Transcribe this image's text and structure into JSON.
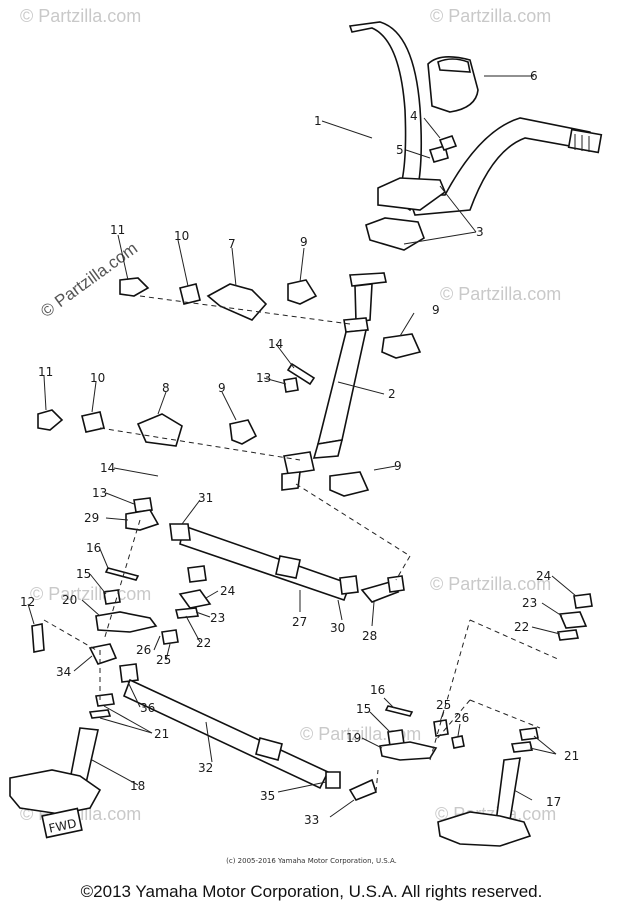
{
  "watermark": {
    "text": "© Partzilla.com",
    "side_text": "© Partzilla.com"
  },
  "callouts": {
    "n1": "1",
    "n2": "2",
    "n3": "3",
    "n4": "4",
    "n5": "5",
    "n6": "6",
    "n7": "7",
    "n8": "8",
    "n9a": "9",
    "n9b": "9",
    "n9c": "9",
    "n9d": "9",
    "n10a": "10",
    "n10b": "10",
    "n11a": "11",
    "n11b": "11",
    "n12": "12",
    "n13a": "13",
    "n13b": "13",
    "n14a": "14",
    "n14b": "14",
    "n15a": "15",
    "n15b": "15",
    "n16a": "16",
    "n16b": "16",
    "n17": "17",
    "n18": "18",
    "n19": "19",
    "n20": "20",
    "n21a": "21",
    "n21b": "21",
    "n22a": "22",
    "n22b": "22",
    "n23a": "23",
    "n23b": "23",
    "n24a": "24",
    "n24b": "24",
    "n25a": "25",
    "n25b": "25",
    "n26a": "26",
    "n26b": "26",
    "n27": "27",
    "n28": "28",
    "n29": "29",
    "n30": "30",
    "n31": "31",
    "n32": "32",
    "n33": "33",
    "n34": "34",
    "n35": "35",
    "n36": "36"
  },
  "fwd_label": "FWD",
  "small_copyright": "(c) 2005-2016 Yamaha Motor Corporation, U.S.A.",
  "footer_copyright": "©2013 Yamaha Motor Corporation, U.S.A. All rights reserved."
}
